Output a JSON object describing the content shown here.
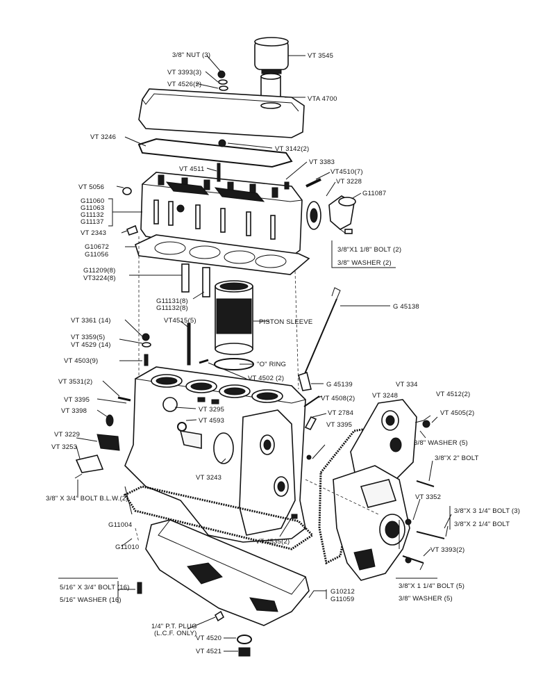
{
  "labels": {
    "nut": "3/8\" NUT (3)",
    "vt3545": "VT 3545",
    "vt3393_3": "VT 3393(3)",
    "vt4526": "VT 4526(2)",
    "vta4700": "VTA 4700",
    "vt3246": "VT 3246",
    "vt3142": "VT 3142(2)",
    "vt3383": "VT 3383",
    "vt4511": "VT 4511",
    "vt4510": "VT4510(7)",
    "vt3228": "VT 3228",
    "vt5056": "VT 5056",
    "g11087": "G11087",
    "g11060": "G11060",
    "g11063": "G11063",
    "g11132": "G11132",
    "g11137": "G11137",
    "vt2343": "VT 2343",
    "bolt_3_8": "3/8\"X1 1/8\" BOLT (2)",
    "washer_3_8": "3/8\" WASHER (2)",
    "g10672": "G10672",
    "g11056": "G11056",
    "g11209": "G11209(8)",
    "vt3224": "VT3224(8)",
    "g11131": "G11131(8)",
    "g11132_8": "G11132(8)",
    "g45138": "G 45138",
    "vt3361": "VT 3361 (14)",
    "vt4515": "VT4515(5)",
    "piston_sleeve": "PISTON SLEEVE",
    "vt3359": "VT 3359(5)",
    "vt4529": "VT 4529 (14)",
    "vt4503": "VT 4503(9)",
    "o_ring": "\"O\" RING",
    "vt4502": "VT 4502 (2)",
    "vt3531": "VT 3531(2)",
    "g45139": "G 45139",
    "vt334": "VT 334",
    "vt3395a": "VT 3395",
    "vt4508": "VT 4508(2)",
    "vt4512": "VT 4512(2)",
    "vt3248": "VT 3248",
    "vt3295": "VT 3295",
    "vt3398": "VT 3398",
    "vt4593": "VT 4593",
    "vt2784": "VT 2784",
    "vt4505": "VT 4505(2)",
    "vt3395b": "VT 3395",
    "washer_5": "3/8\" WASHER (5)",
    "vt3229": "VT 3229",
    "vt3253": "VT 3253",
    "bolt_3_8x2": "3/8\"X 2\" BOLT",
    "vt3243": "VT 3243",
    "bolt_blw": "3/8\" X 3/4\" BOLT B.L.W.(2)",
    "vt3352": "VT 3352",
    "bolt_3_1_4": "3/8\"X 3 1/4\" BOLT (3)",
    "bolt_2_1_4": "3/8\"X 2 1/4\" BOLT",
    "g11004": "G11004",
    "vt4535": "VT 4535(2)",
    "vt3393_2": "VT 3393(2)",
    "g11010": "G11010",
    "bolt_1_1_4": "3/8\"X 1 1/4\" BOLT (5)",
    "washer_3_8_5": "3/8\" WASHER (5)",
    "bolt_5_16": "5/16\" X 3/4\" BOLT (16)",
    "washer_5_16": "5/16\" WASHER (16)",
    "g10212": "G10212",
    "g11059": "G11059",
    "pipe_plug": "1/4\" P.T. PLUG",
    "pipe_plug_note": "(L.C.F. ONLY)",
    "vt4520": "VT 4520",
    "vt4521": "VT 4521"
  }
}
